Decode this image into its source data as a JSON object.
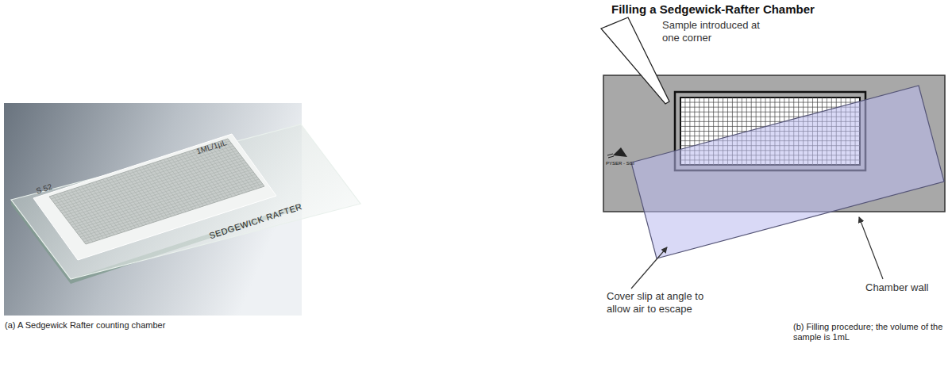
{
  "diagram": {
    "title": "Filling a Sedgewick-Rafter Chamber",
    "labels": [
      "1ML/1µL",
      "S 52",
      "SEDGEWICK RAFTER",
      "(a) A Sedgewick Rafter counting chamber",
      "Sample introduced at one corner",
      "PYSER - SGI",
      "Cover slip at angle to allow air to escape",
      "Chamber wall",
      "(b) Filling procedure; the volume of the sample is 1mL"
    ]
  }
}
